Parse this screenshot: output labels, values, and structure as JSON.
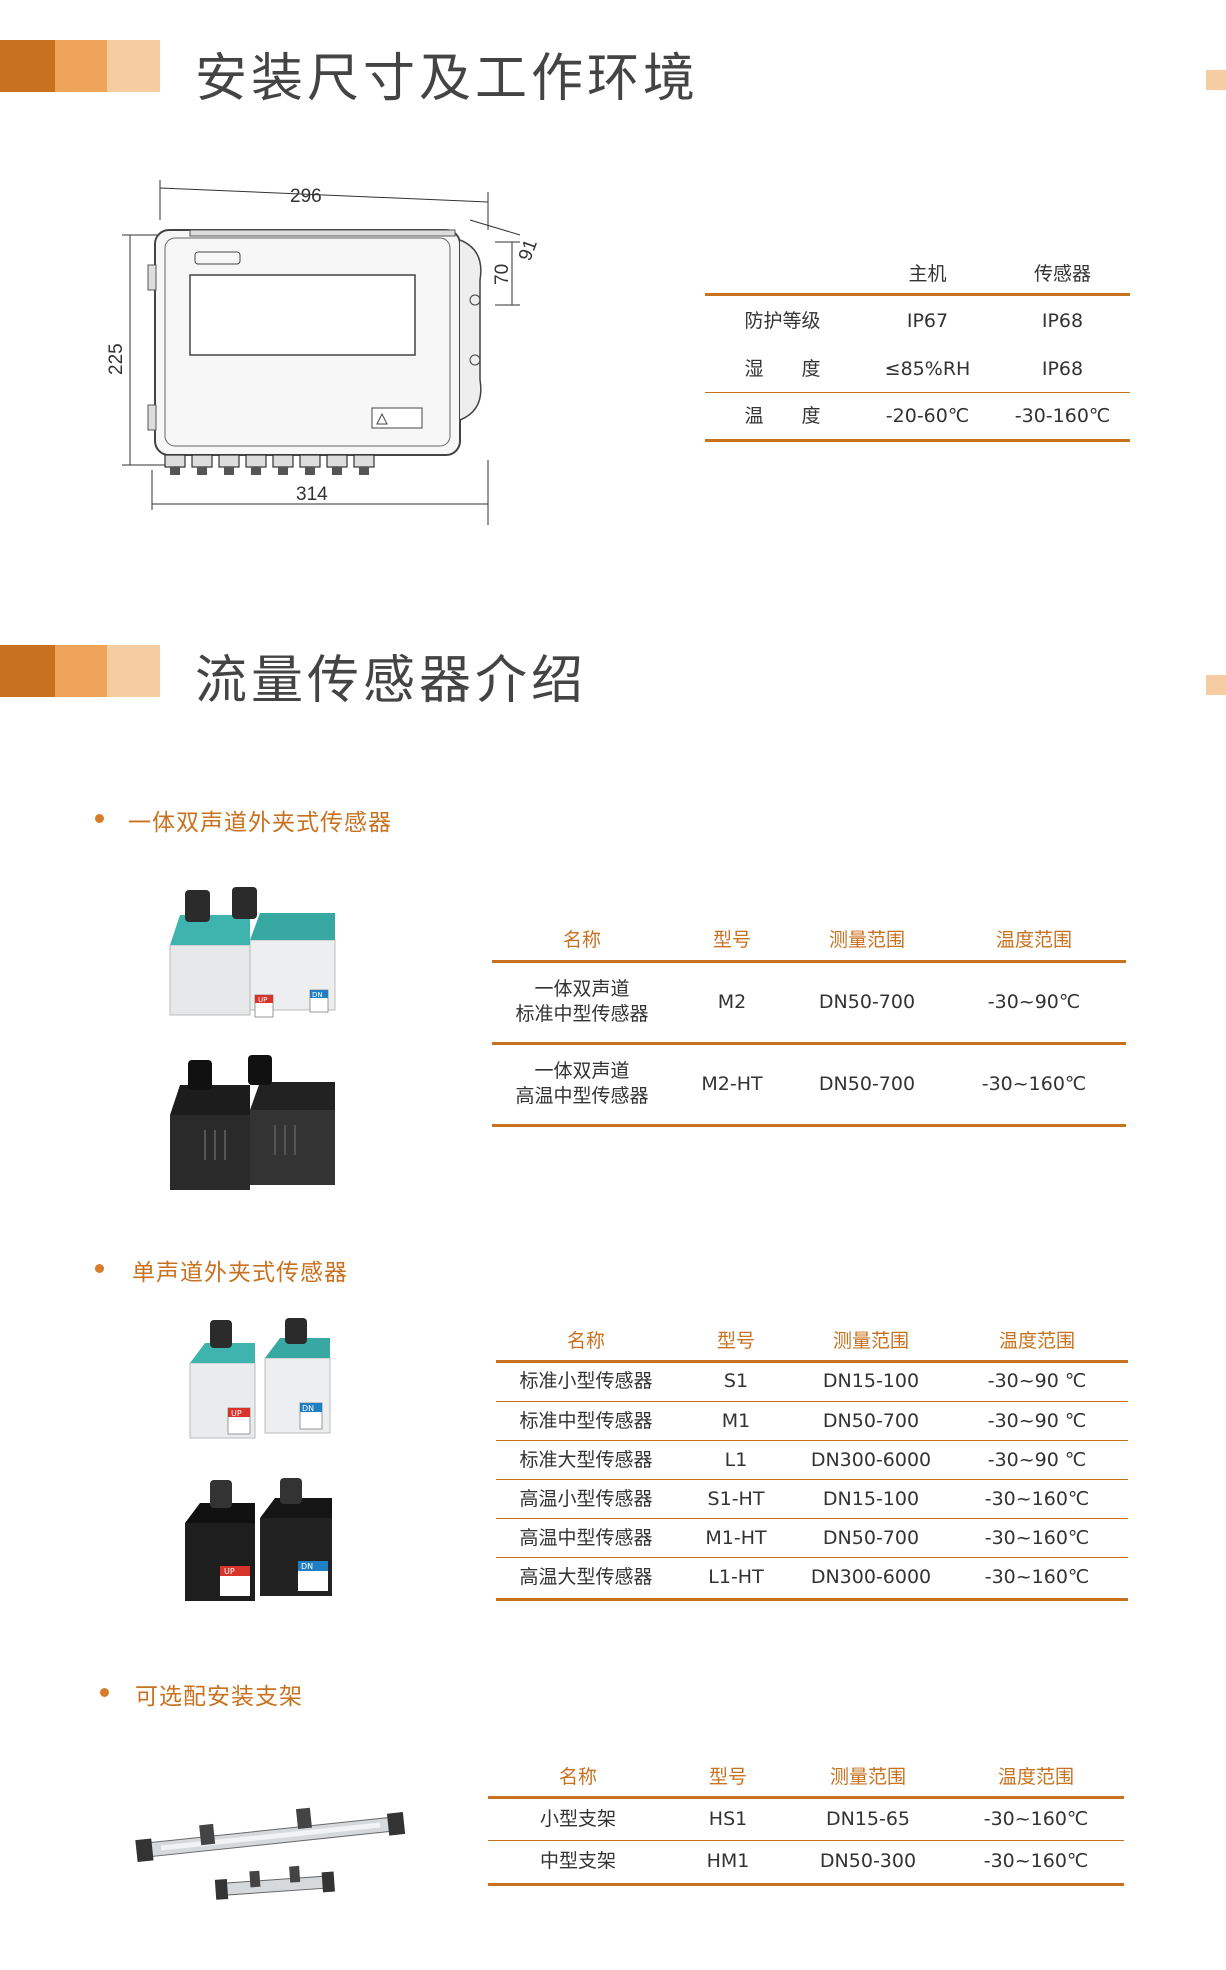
{
  "sections": {
    "install": {
      "title": "安装尺寸及工作环境"
    },
    "sensor": {
      "title": "流量传感器介绍"
    }
  },
  "drawing": {
    "width_top": "296",
    "width_bottom": "314",
    "height": "225",
    "depth": "91",
    "mount": "70"
  },
  "env_table": {
    "headers": [
      "",
      "主机",
      "传感器"
    ],
    "rows": [
      [
        "防护等级",
        "IP67",
        "IP68"
      ],
      [
        "湿　　度",
        "≤85%RH",
        "IP68"
      ],
      [
        "温　　度",
        "-20-60℃",
        "-30-160℃"
      ]
    ]
  },
  "group1": {
    "title": "一体双声道外夹式传感器",
    "headers": [
      "名称",
      "型号",
      "测量范围",
      "温度范围"
    ],
    "rows": [
      [
        "一体双声道\n标准中型传感器",
        "M2",
        "DN50-700",
        "-30~90℃"
      ],
      [
        "一体双声道\n高温中型传感器",
        "M2-HT",
        "DN50-700",
        "-30~160℃"
      ]
    ]
  },
  "group2": {
    "title": "单声道外夹式传感器",
    "headers": [
      "名称",
      "型号",
      "测量范围",
      "温度范围"
    ],
    "rows": [
      [
        "标准小型传感器",
        "S1",
        "DN15-100",
        "-30~90 ℃"
      ],
      [
        "标准中型传感器",
        "M1",
        "DN50-700",
        "-30~90 ℃"
      ],
      [
        "标准大型传感器",
        "L1",
        "DN300-6000",
        "-30~90 ℃"
      ],
      [
        "高温小型传感器",
        "S1-HT",
        "DN15-100",
        "-30~160℃"
      ],
      [
        "高温中型传感器",
        "M1-HT",
        "DN50-700",
        "-30~160℃"
      ],
      [
        "高温大型传感器",
        "L1-HT",
        "DN300-6000",
        "-30~160℃"
      ]
    ]
  },
  "group3": {
    "title": "可选配安装支架",
    "headers": [
      "名称",
      "型号",
      "测量范围",
      "温度范围"
    ],
    "rows": [
      [
        "小型支架",
        "HS1",
        "DN15-65",
        "-30~160℃"
      ],
      [
        "中型支架",
        "HM1",
        "DN50-300",
        "-30~160℃"
      ]
    ]
  },
  "sensor_labels": {
    "up": "UP",
    "dn": "DN"
  },
  "colors": {
    "accent": "#c8711f",
    "accent_mid": "#eea55a",
    "accent_light": "#f6cda2",
    "sensor_teal": "#3fb3ad",
    "sensor_black": "#222222"
  }
}
